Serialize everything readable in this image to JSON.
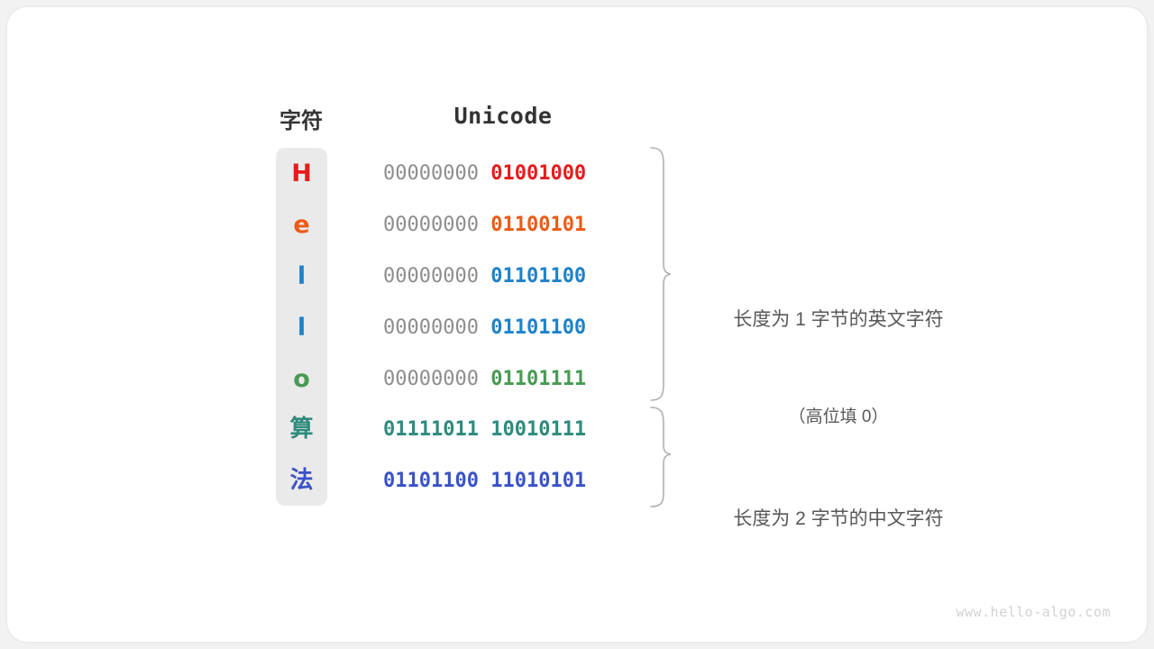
{
  "figure": {
    "headers": {
      "char": "字符",
      "unicode": "Unicode"
    },
    "rows": [
      {
        "char": "H",
        "color": "#e51c1c",
        "high_byte": "00000000",
        "low_byte": "01001000",
        "high_bold": false
      },
      {
        "char": "e",
        "color": "#ec5b16",
        "high_byte": "00000000",
        "low_byte": "01100101",
        "high_bold": false
      },
      {
        "char": "l",
        "color": "#1f82c8",
        "high_byte": "00000000",
        "low_byte": "01101100",
        "high_bold": false
      },
      {
        "char": "l",
        "color": "#1f82c8",
        "high_byte": "00000000",
        "low_byte": "01101100",
        "high_bold": false
      },
      {
        "char": "o",
        "color": "#4a9a54",
        "high_byte": "00000000",
        "low_byte": "01101111",
        "high_bold": false
      },
      {
        "char": "算",
        "color": "#2e8b7b",
        "high_byte": "01111011",
        "low_byte": "10010111",
        "high_bold": true
      },
      {
        "char": "法",
        "color": "#3a52c8",
        "high_byte": "01101100",
        "low_byte": "11010101",
        "high_bold": true
      }
    ],
    "annotations": {
      "one_byte_main": "长度为 1 字节的英文字符",
      "one_byte_sub": "（高位填 0）",
      "two_byte_main": "长度为 2 字节的中文字符"
    },
    "watermark": "www.hello-algo.com",
    "colors": {
      "card_background": "#ffffff",
      "page_background": "#f2f2f2",
      "char_panel": "#eaeaea",
      "high_byte_gray": "#8d8d8d",
      "brace_gray": "#aaaaaa",
      "annotation_text": "#585858",
      "header_text": "#333333"
    }
  }
}
